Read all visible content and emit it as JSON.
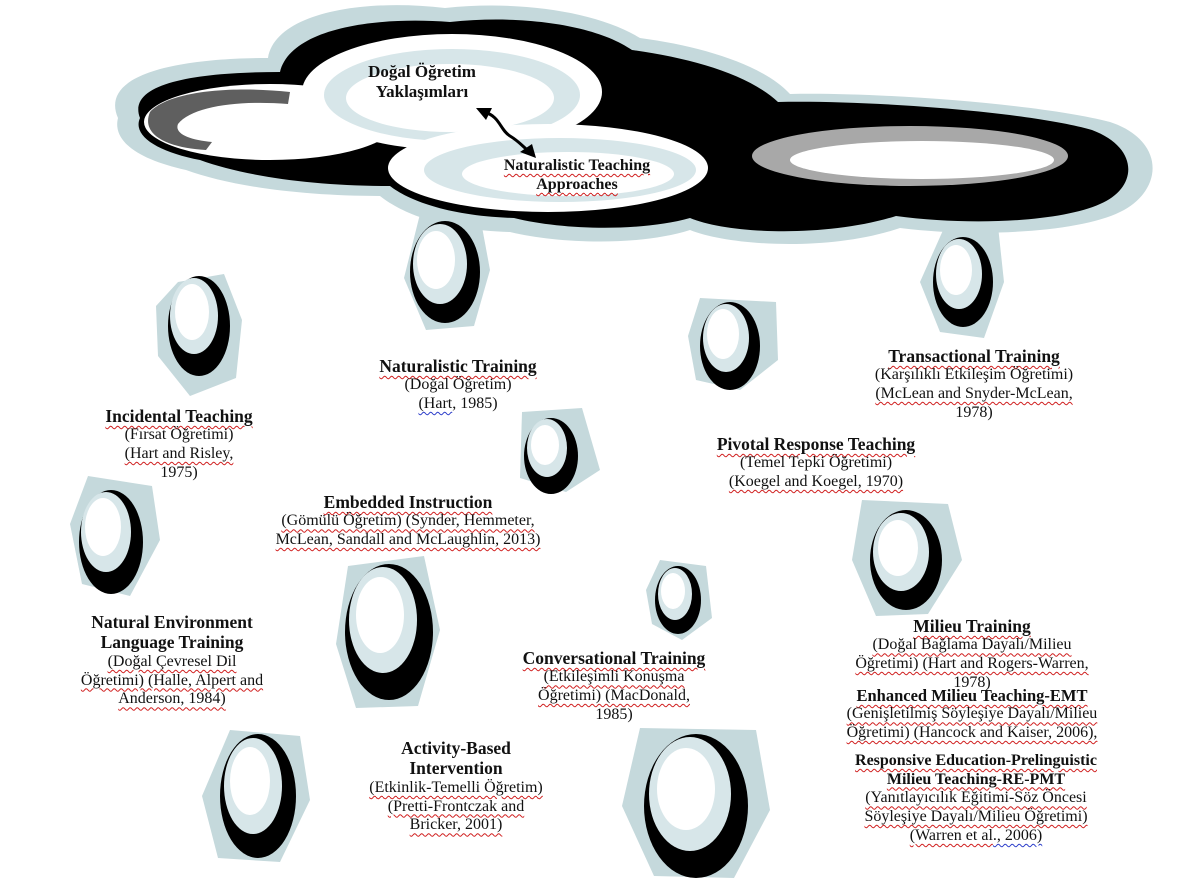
{
  "cloud": {
    "title_tr_1": "Doğal Öğretim",
    "title_tr_2": "Yaklaşımları",
    "title_en_1": "Naturalistic Teaching",
    "title_en_2": "Approaches"
  },
  "approaches": {
    "naturalistic": {
      "title": "Naturalistic Training",
      "sub1": "(Doğal Öğretim)",
      "sub2a": "(Hart",
      "sub2b": ", 1985)"
    },
    "transactional": {
      "title": "Transactional Training",
      "sub1": "(Karşılıklı Etkileşim Öğretimi)",
      "sub2": "(McLean and Snyder-McLean,",
      "sub3": "1978)"
    },
    "incidental": {
      "title": "Incidental Teaching",
      "sub1": "(Fırsat Öğretimi)",
      "sub2": "(Hart and Risley,",
      "sub3": "1975)"
    },
    "pivotal": {
      "title": "Pivotal Response Teaching",
      "sub1": "(Temel Tepki Öğretimi)",
      "sub2": "(Koegel and Koegel, 1970)"
    },
    "embedded": {
      "title": "Embedded Instruction",
      "sub1": "(Gömülü Öğretim) (Synder, Hemmeter,",
      "sub2": "McLean, Sandall and McLaughlin, 2013)"
    },
    "natural_env": {
      "title1": "Natural Environment",
      "title2": "Language Training",
      "sub1": "(Doğal Çevresel Dil",
      "sub2": "Öğretimi) (Halle, Alpert and",
      "sub3": "Anderson, 1984)"
    },
    "conversational": {
      "title": "Conversational Training",
      "sub1": "(Etkileşimli Konuşma",
      "sub2": "Öğretimi) (MacDonald,",
      "sub3": "1985)"
    },
    "milieu": {
      "title": "Milieu Training",
      "sub1": "(Doğal Bağlama Dayalı/Milieu",
      "sub2": "Öğretimi) (Hart and Rogers-Warren,",
      "sub3": "1978)"
    },
    "emt": {
      "title": "Enhanced Milieu Teaching-EMT",
      "sub1": "(Genişletilmiş Söyleşiye Dayalı/Milieu",
      "sub2": "Öğretimi) (Hancock and Kaiser, 2006),"
    },
    "activity": {
      "title1": "Activity-Based",
      "title2": "Intervention",
      "sub1": "(Etkinlik-Temelli Öğretim)",
      "sub2": "(Pretti-Frontczak and",
      "sub3": "Bricker, 2001)"
    },
    "re_pmt": {
      "title1": "Responsive Education-Prelinguistic",
      "title2": "Milieu Teaching-RE-PMT",
      "sub1": "(Yanıtlayıcılık Eğitimi-Söz Öncesi",
      "sub2": "Söyleşiye Dayalı/Milieu Öğretimi)",
      "sub3a": "(Warren et al",
      "sub3b": "., 2006)"
    }
  },
  "colors": {
    "outline": "#000000",
    "halo": "#c5d9dc",
    "inner": "#d7e6e9",
    "ring_dark": "#5f5f5f",
    "ring_light": "#a8a8a8",
    "spell_red": "#d01e1e",
    "spell_blue": "#2b3cc9"
  }
}
